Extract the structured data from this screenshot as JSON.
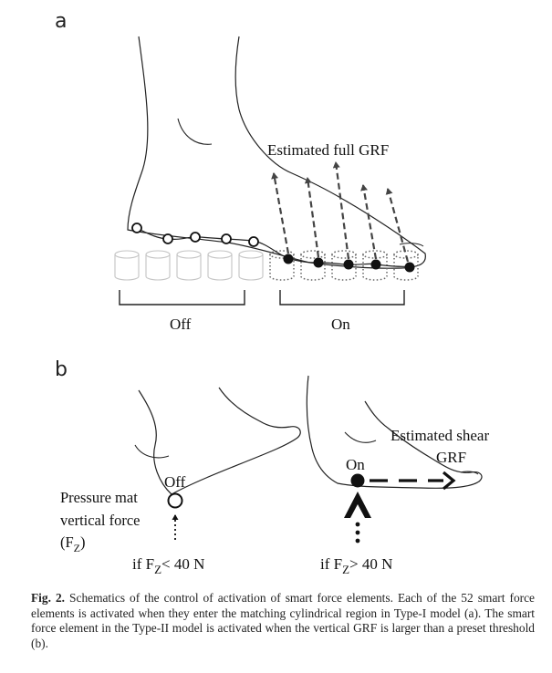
{
  "panel_a": {
    "label": "a",
    "estimated_label": "Estimated full GRF",
    "off_label": "Off",
    "on_label": "On"
  },
  "panel_b": {
    "label": "b",
    "left": {
      "off_label": "Off",
      "pressure_line1": "Pressure mat",
      "pressure_line2": "vertical force",
      "fz_open": "(F",
      "fz_sub": "Z",
      "fz_close": ")",
      "cond_prefix": "if F",
      "cond_sub": "Z",
      "cond_suffix": "< 40 N"
    },
    "right": {
      "on_label": "On",
      "shear_line1": "Estimated shear",
      "shear_line2": "GRF",
      "cond_prefix": "if F",
      "cond_sub": "Z",
      "cond_suffix": "> 40 N"
    }
  },
  "caption": {
    "label": "Fig. 2.",
    "text": "Schematics of the control of activation of smart force elements. Each of the 52 smart force elements is activated when they enter the matching cylindrical region in Type-I model (a). The smart force element in the Type-II model is activated when the vertical GRF is larger than a preset threshold (b)."
  }
}
